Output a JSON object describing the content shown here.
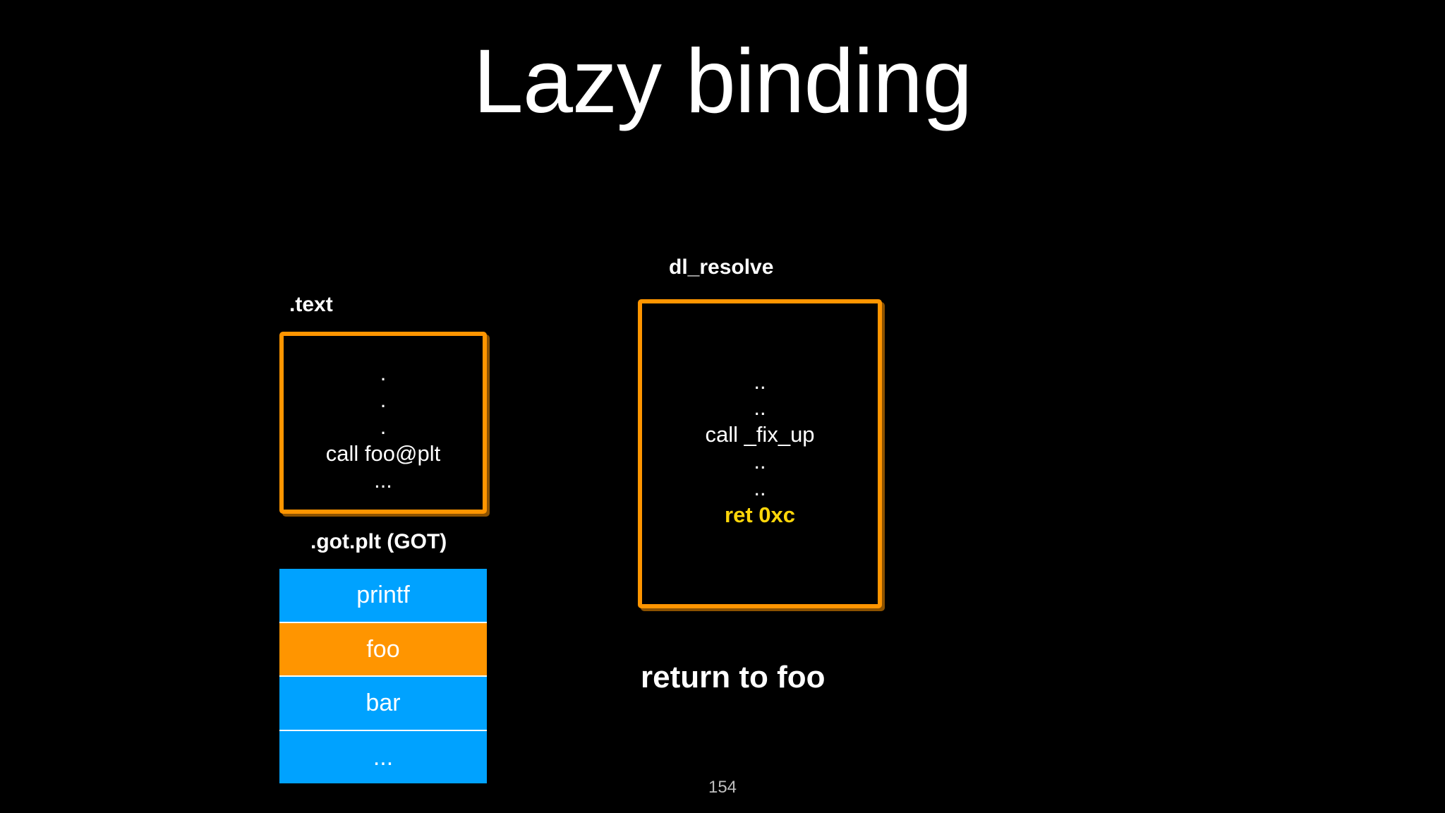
{
  "slide": {
    "title": "Lazy binding",
    "background_color": "#000000",
    "page_number": "154"
  },
  "colors": {
    "accent_orange": "#FF9500",
    "accent_blue": "#00A2FF",
    "accent_yellow": "#FFD60A",
    "text_white": "#FFFFFF",
    "page_number_gray": "#BFBFBF"
  },
  "text_section": {
    "label": ".text",
    "lines": [
      ".",
      ".",
      ".",
      "call foo@plt",
      "..."
    ]
  },
  "got_section": {
    "label": ".got.plt (GOT)",
    "rows": [
      {
        "label": "printf",
        "color": "#00A2FF",
        "highlighted": false
      },
      {
        "label": "foo",
        "color": "#FF9500",
        "highlighted": true
      },
      {
        "label": "bar",
        "color": "#00A2FF",
        "highlighted": false
      },
      {
        "label": "...",
        "color": "#00A2FF",
        "highlighted": false
      }
    ]
  },
  "dl_resolve_section": {
    "label": "dl_resolve",
    "lines": [
      {
        "text": "..",
        "accent": false
      },
      {
        "text": "..",
        "accent": false
      },
      {
        "text": "call _fix_up",
        "accent": false
      },
      {
        "text": "..",
        "accent": false
      },
      {
        "text": "..",
        "accent": false
      },
      {
        "text": "ret 0xc",
        "accent": true
      }
    ]
  },
  "annotation": {
    "return_note": "return to foo"
  }
}
